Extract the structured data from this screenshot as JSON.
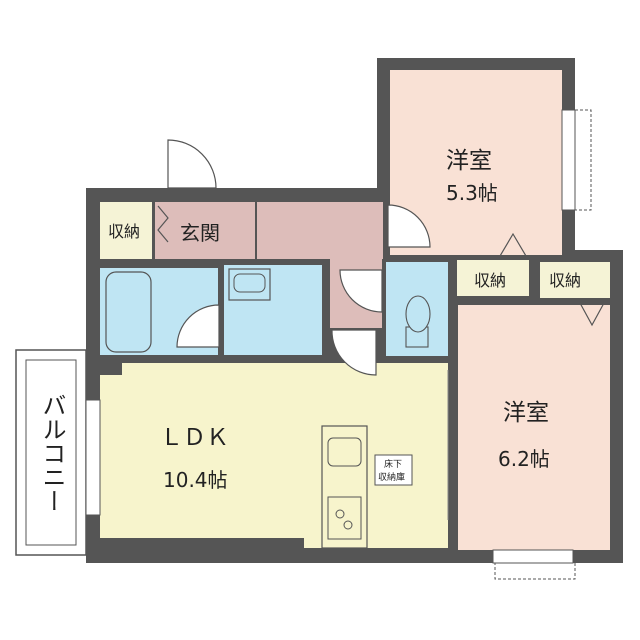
{
  "rooms": {
    "western_room_1": {
      "name": "洋室",
      "size": "5.3帖"
    },
    "western_room_2": {
      "name": "洋室",
      "size": "6.2帖"
    },
    "ldk": {
      "name": "ＬＤＫ",
      "size": "10.4帖"
    },
    "entrance": {
      "name": "玄関"
    },
    "balcony": {
      "name": "バルコニー"
    },
    "storage_entrance": {
      "label": "収納"
    },
    "storage_center": {
      "label": "収納"
    },
    "storage_right": {
      "label": "収納"
    },
    "underfloor_storage": {
      "line1": "床下",
      "line2": "収納庫"
    }
  },
  "colors": {
    "wall": "#555555",
    "western_room": "#f9e1d5",
    "ldk": "#f7f4cc",
    "wet_area": "#bfe5f3",
    "hall": "#ddbdba",
    "storage": "#f5f3d6"
  }
}
